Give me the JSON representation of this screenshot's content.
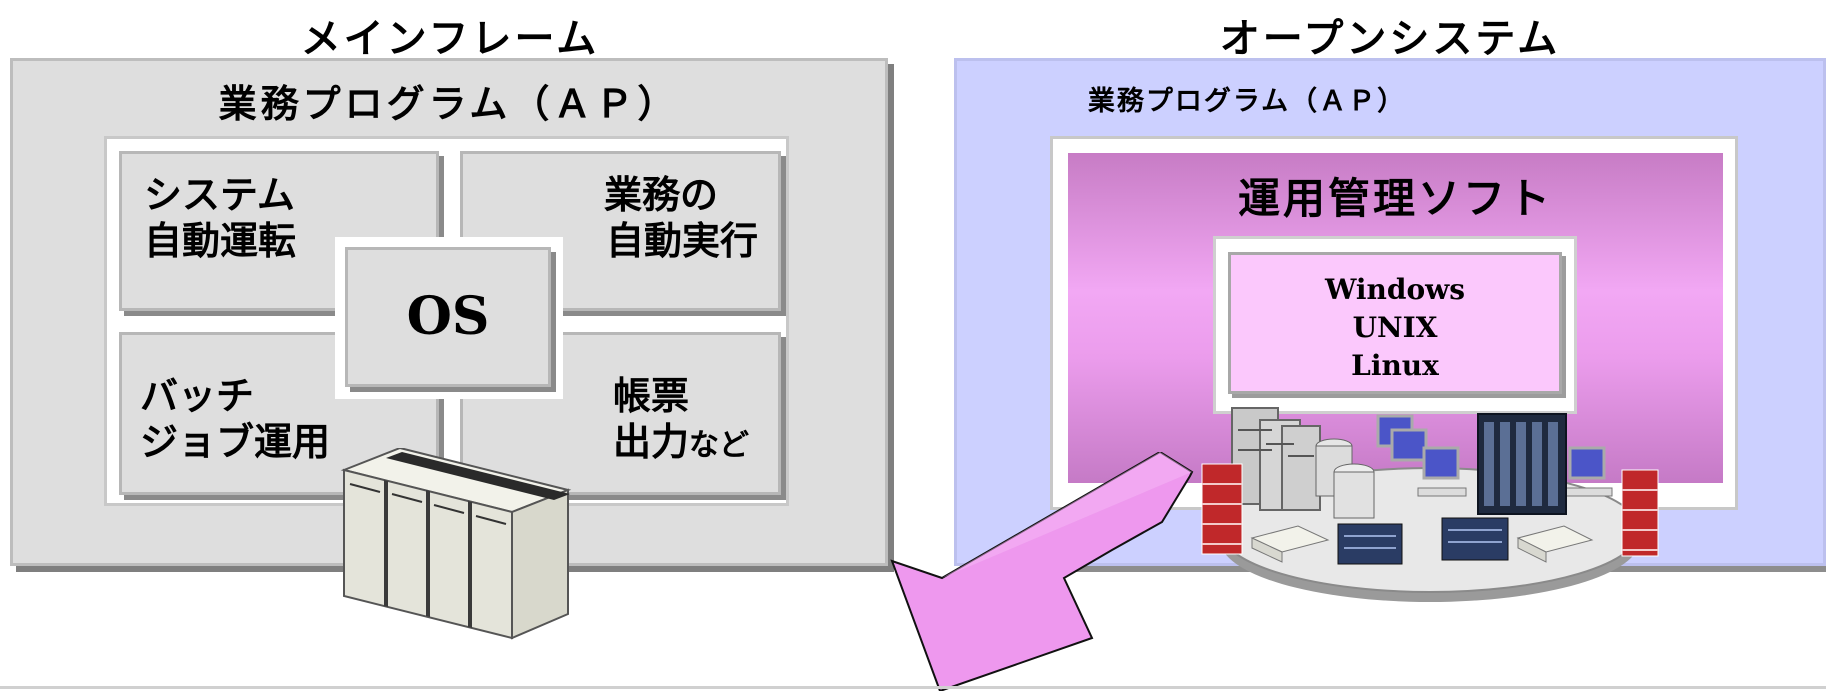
{
  "mainframe": {
    "title": "メインフレーム",
    "ap_label": "業務プログラム（ＡＰ）",
    "center_label": "OS",
    "functions": {
      "system_auto": [
        "システム",
        "自動運転"
      ],
      "job_auto": [
        "業務の",
        "自動実行"
      ],
      "batch": [
        "バッチ",
        "ジョブ運用"
      ],
      "report": [
        "帳票",
        "出力"
      ],
      "report_suffix": "など"
    }
  },
  "open_system": {
    "title": "オープンシステム",
    "ap_label": "業務プログラム（ＡＰ）",
    "mgmt_label": "運用管理ソフト",
    "platforms": [
      "Windows",
      "UNIX",
      "Linux"
    ]
  },
  "icons": [
    "mainframe-cabinet-icon",
    "server-network-cluster-icon",
    "migration-arrow-icon"
  ],
  "colors": {
    "mainframe_bg": "#dedede",
    "open_system_bg": "#ccd0ff",
    "mgmt_gradient": "#f2a8f4",
    "platform_bg": "#fbc8fc",
    "arrow": "#ee98ee"
  }
}
